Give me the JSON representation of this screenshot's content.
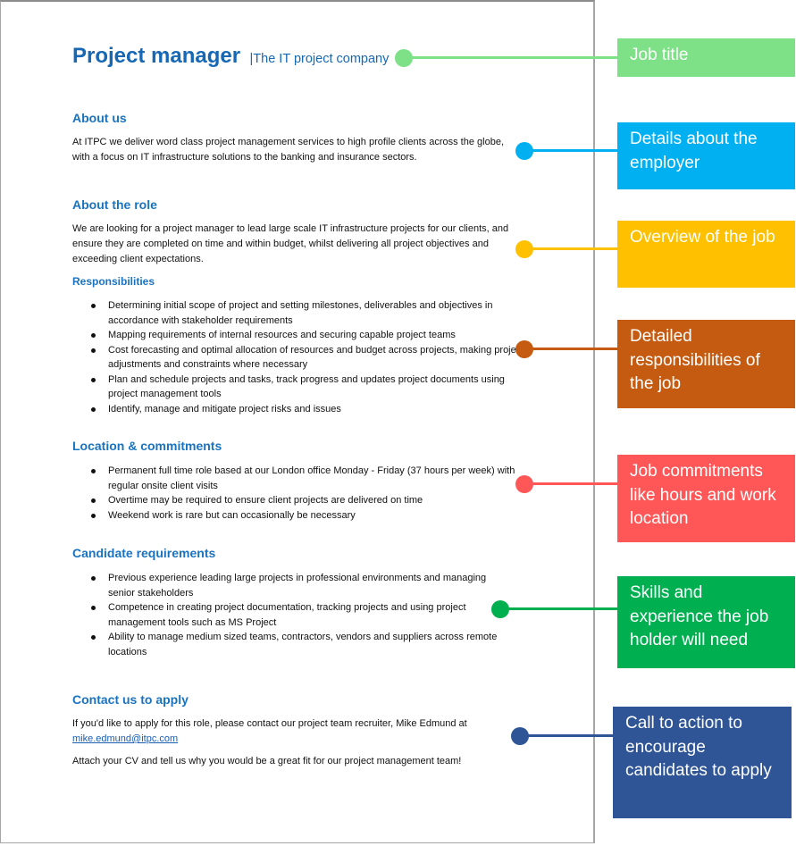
{
  "document": {
    "title": "Project manager",
    "company": "|The IT project company",
    "about_us": {
      "heading": "About us",
      "text": "At ITPC we deliver word class project management services to high profile clients across the globe, with a focus on IT infrastructure solutions to the banking and insurance sectors."
    },
    "about_role": {
      "heading": "About the role",
      "text": "We are looking for a project manager to lead large scale IT infrastructure projects for our clients, and ensure they are completed on time and within budget, whilst delivering all project objectives and exceeding client expectations."
    },
    "responsibilities": {
      "heading": "Responsibilities",
      "items": [
        "Determining initial scope of project and setting milestones, deliverables and objectives in accordance with stakeholder requirements",
        "Mapping requirements of internal resources and securing capable project teams",
        "Cost forecasting and optimal allocation of resources and budget across projects, making project adjustments and constraints where necessary",
        "Plan and schedule projects and tasks, track progress and updates project documents using project management tools",
        "Identify, manage and mitigate project risks and issues"
      ]
    },
    "location": {
      "heading": "Location & commitments",
      "items": [
        "Permanent full time role based at our London office Monday - Friday (37 hours per week) with regular onsite client visits",
        "Overtime may be required to ensure client projects are delivered on time",
        "Weekend work is rare but can occasionally be necessary"
      ]
    },
    "requirements": {
      "heading": "Candidate requirements",
      "items": [
        "Previous experience leading large projects in professional environments and managing senior stakeholders",
        "Competence in creating project documentation, tracking projects and using project management tools such as MS Project",
        "Ability to manage medium sized teams, contractors, vendors and suppliers across remote locations"
      ]
    },
    "contact": {
      "heading": "Contact us to apply",
      "text": "If you'd like to apply for this role, please contact our project team recruiter, Mike Edmund at",
      "email": "mike.edmund@itpc.com",
      "closing": "Attach your CV and tell us why you would be a great fit for our project management team!"
    }
  },
  "annotations": [
    {
      "label": "Job title",
      "color": "#7ee087"
    },
    {
      "label": "Details about the employer",
      "color": "#00b0f0"
    },
    {
      "label": "Overview of the job",
      "color": "#ffc000"
    },
    {
      "label": "Detailed responsibilities of the job",
      "color": "#c55a11"
    },
    {
      "label": "Job commitments like hours and work location",
      "color": "#ff5757"
    },
    {
      "label": "Skills and experience the job holder will need",
      "color": "#00b050"
    },
    {
      "label": "Call to action to encourage candidates to apply",
      "color": "#2f5597"
    }
  ]
}
